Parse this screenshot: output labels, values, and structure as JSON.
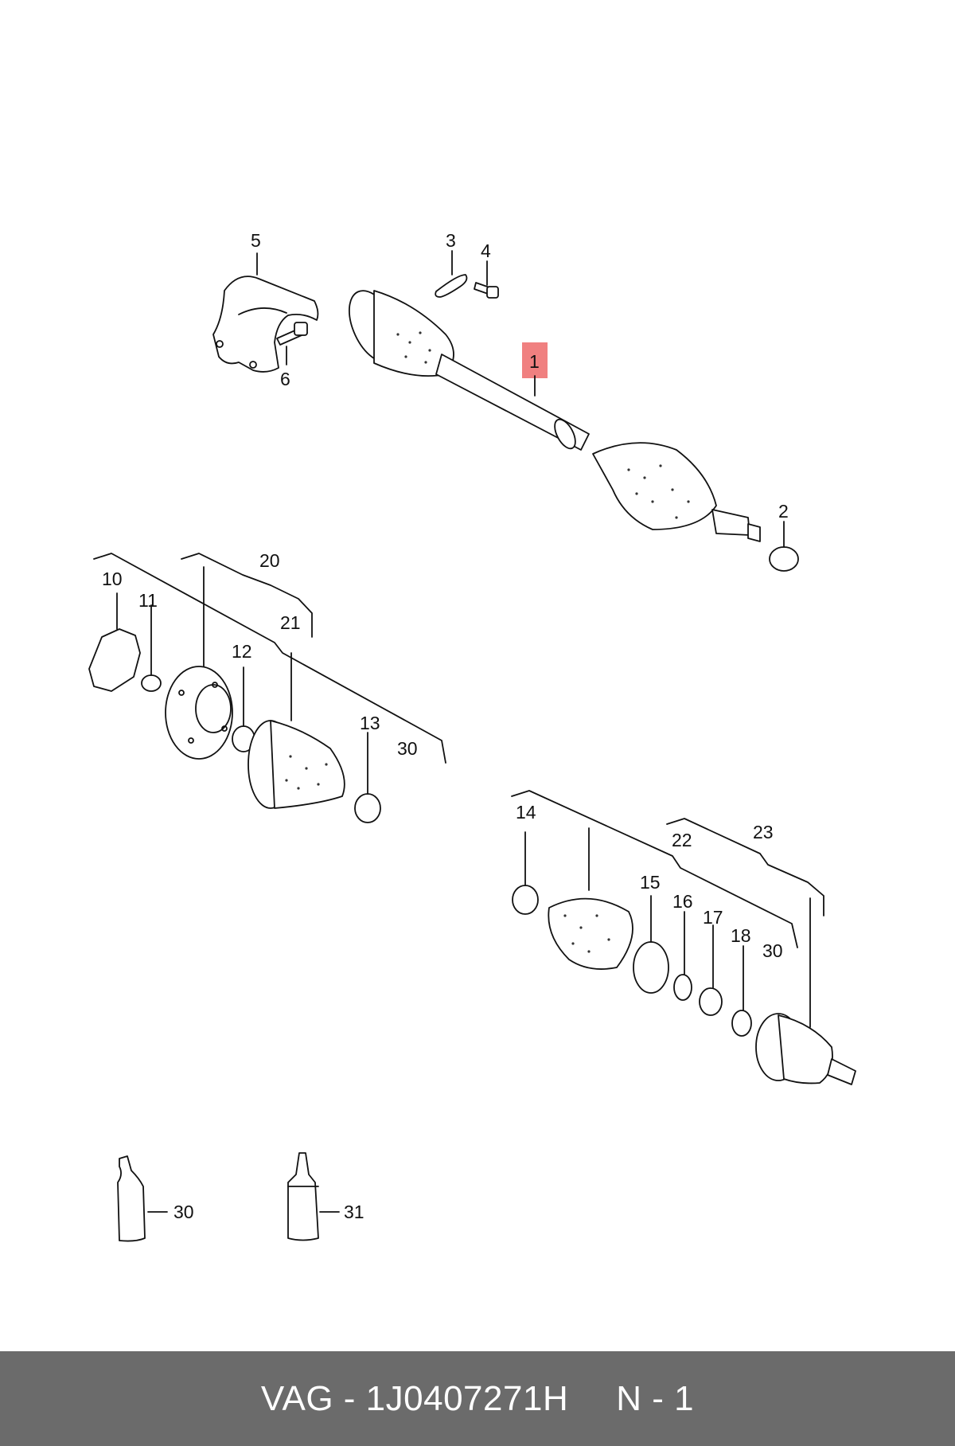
{
  "diagram": {
    "callouts": {
      "c1": "1",
      "c2": "2",
      "c3": "3",
      "c4": "4",
      "c5": "5",
      "c6": "6",
      "c10": "10",
      "c11": "11",
      "c12": "12",
      "c13": "13",
      "c14": "14",
      "c15": "15",
      "c16": "16",
      "c17": "17",
      "c18": "18",
      "c20": "20",
      "c21": "21",
      "c22": "22",
      "c23": "23",
      "c30a": "30",
      "c30b": "30",
      "c30c": "30",
      "c31": "31"
    },
    "highlight_color": "#f08080"
  },
  "footer": {
    "part_label": "VAG - 1J0407271H",
    "quantity_label": "N - 1"
  }
}
